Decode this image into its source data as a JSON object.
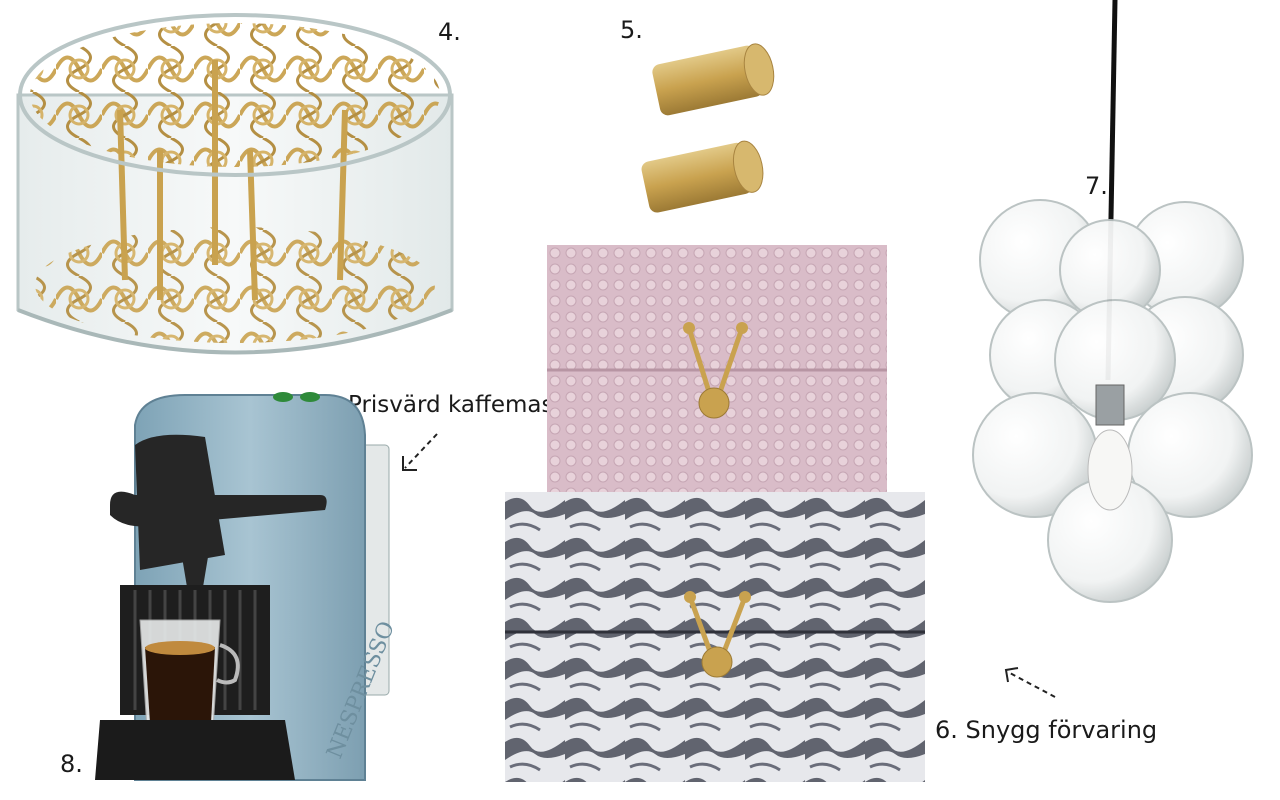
{
  "labels": {
    "n4": "4.",
    "n5": "5.",
    "n7": "7.",
    "n8": "8.",
    "coffee": "Prisvärd kaffemaskin",
    "storage": "6. Snygg förvaring"
  },
  "colors": {
    "brass": "#c9a24f",
    "glass_edge": "#b9c6c6",
    "pink_box": "#d9bcc8",
    "marble_dark": "#4a4d59",
    "marble_light": "#e7e8ec",
    "machine_blue": "#93b3c4",
    "machine_black": "#262626",
    "cable": "#111111"
  },
  "icons": [
    "arrow-dashed-icon",
    "arrow-dashed-icon"
  ],
  "brand": {
    "machine": "NESPRESSO"
  }
}
